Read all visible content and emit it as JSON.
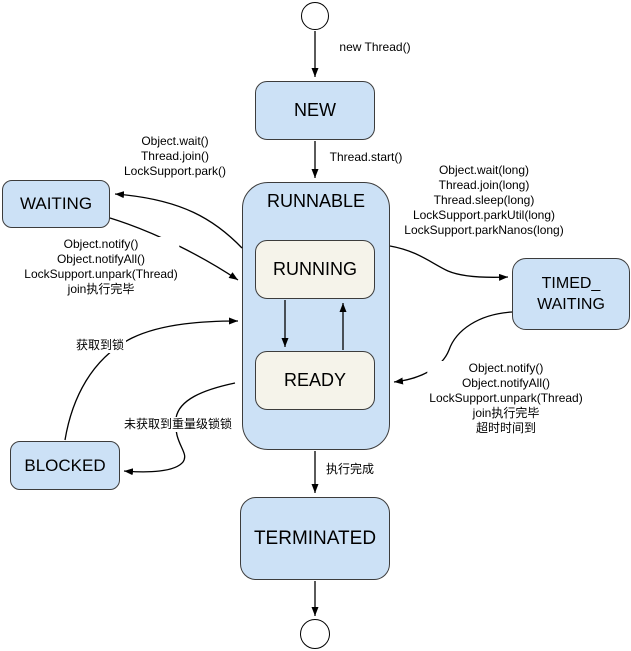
{
  "colors": {
    "state_fill": "#cce1f6",
    "inner_state_fill": "#f5f3ea",
    "state_stroke": "#3c3c3c",
    "arrow": "#000000",
    "background": "#ffffff",
    "text": "#000000"
  },
  "states": {
    "new": "NEW",
    "runnable": "RUNNABLE",
    "running": "RUNNING",
    "ready": "READY",
    "waiting": "WAITING",
    "timed_waiting_lines": [
      "TIMED_",
      "WAITING"
    ],
    "blocked": "BLOCKED",
    "terminated": "TERMINATED"
  },
  "edge_labels": {
    "new_thread": "new Thread()",
    "thread_start": "Thread.start()",
    "runnable_to_waiting": [
      "Object.wait()",
      "Thread.join()",
      "LockSupport.park()"
    ],
    "waiting_to_runnable": [
      "Object.notify()",
      "Object.notifyAll()",
      "LockSupport.unpark(Thread)",
      "join执行完毕"
    ],
    "runnable_to_timed_waiting": [
      "Object.wait(long)",
      "Thread.join(long)",
      "Thread.sleep(long)",
      "LockSupport.parkUtil(long)",
      "LockSupport.parkNanos(long)"
    ],
    "timed_waiting_to_runnable": [
      "Object.notify()",
      "Object.notifyAll()",
      "LockSupport.unpark(Thread)",
      "join执行完毕",
      "超时时间到"
    ],
    "blocked_to_runnable": "获取到锁",
    "runnable_to_blocked": "未获取到重量级锁锁",
    "runnable_to_terminated": "执行完成"
  }
}
